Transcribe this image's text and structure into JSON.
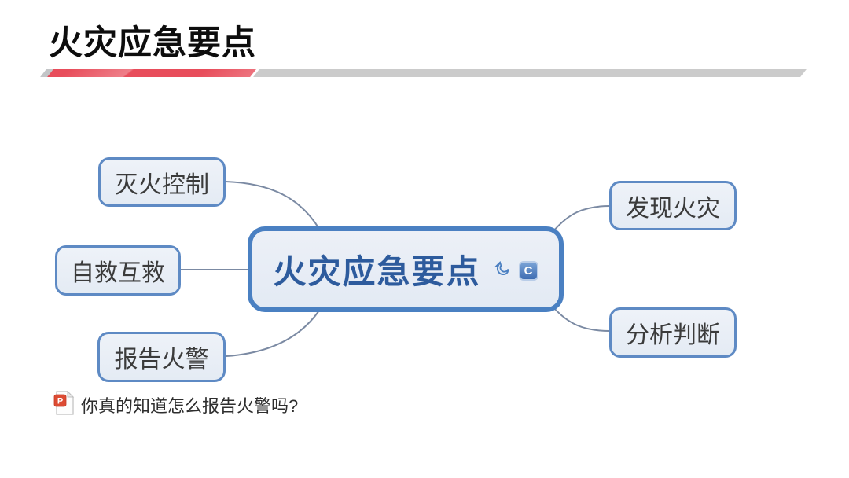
{
  "header": {
    "title": "火灾应急要点"
  },
  "mindmap": {
    "central": {
      "label": "火灾应急要点",
      "badge_label": "C",
      "icons": [
        "hyperlink-arrow-icon",
        "c-badge-icon"
      ]
    },
    "branches": {
      "left": [
        {
          "label": "灭火控制"
        },
        {
          "label": "自救互救"
        },
        {
          "label": "报告火警"
        }
      ],
      "right": [
        {
          "label": "发现火灾"
        },
        {
          "label": "分析判断"
        }
      ]
    },
    "attachment": {
      "icon": "powerpoint-file-icon",
      "text": "你真的知道怎么报告火警吗?"
    }
  },
  "colors": {
    "accent_red": "#e84d5b",
    "divider_gray": "#cbcbcb",
    "node_border": "#5e8ac4",
    "central_border": "#4a80c2",
    "node_fill": "#e9eef6",
    "central_text": "#2d5b9d",
    "branch_text": "#3b3b3b",
    "connector": "#7b8aa3"
  }
}
